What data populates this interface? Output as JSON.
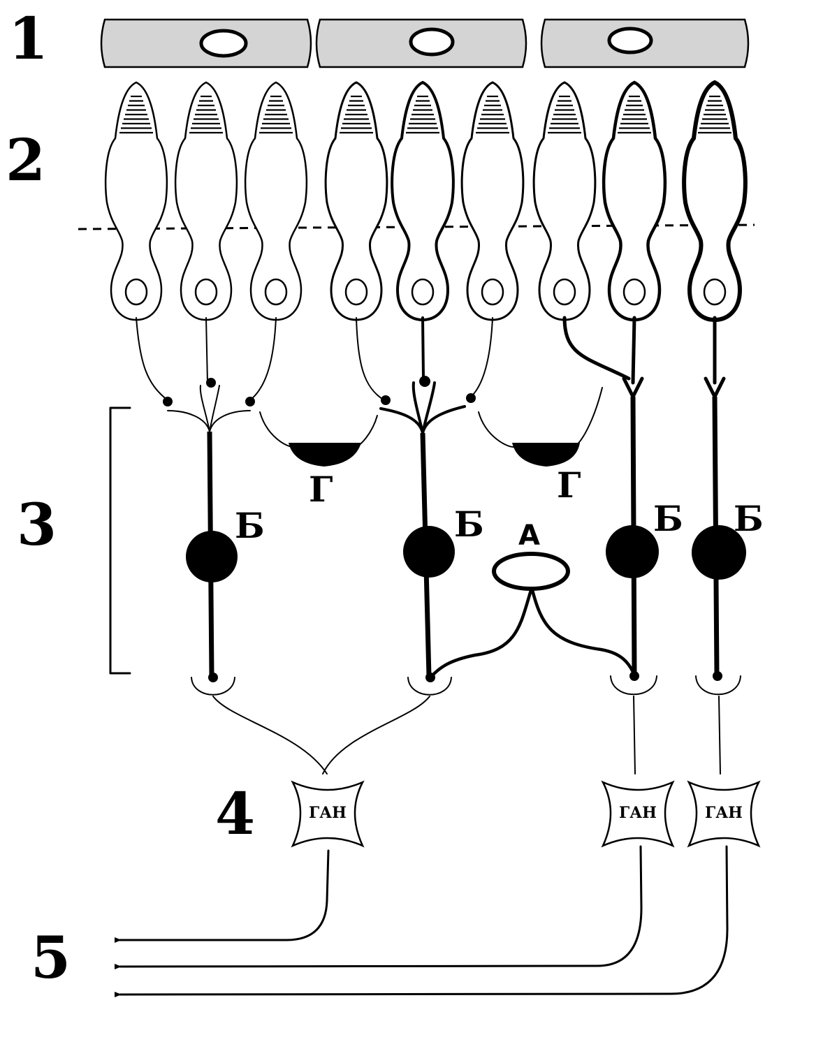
{
  "layer_numbers": [
    "1",
    "2",
    "3",
    "4",
    "5"
  ],
  "labels": {
    "bipolar": "Б",
    "horizontal": "Г",
    "amacrine": "А",
    "ganglion": "ГАН"
  },
  "colors": {
    "ink": "#000000",
    "pigment_fill": "#d4d4d4",
    "background": "#ffffff"
  },
  "counts": {
    "pigment_cells": 3,
    "photoreceptors": 9,
    "bipolar_cells": 4,
    "horizontal_cells": 2,
    "amacrine_cells": 1,
    "ganglion_cells": 3,
    "output_axons": 3
  }
}
